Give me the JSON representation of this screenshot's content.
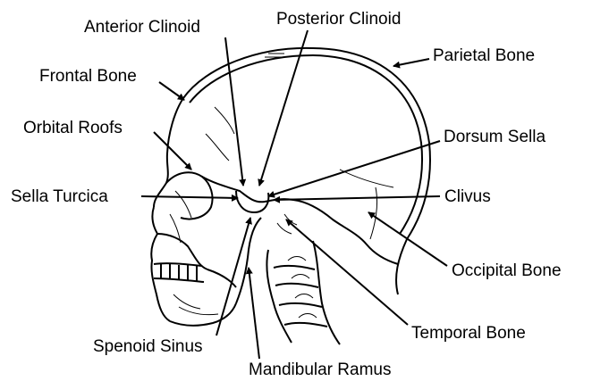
{
  "diagram": {
    "labels": {
      "anterior_clinoid": "Anterior Clinoid",
      "posterior_clinoid": "Posterior Clinoid",
      "parietal_bone": "Parietal Bone",
      "frontal_bone": "Frontal Bone",
      "orbital_roofs": "Orbital Roofs",
      "dorsum_sella": "Dorsum Sella",
      "sella_turcica": "Sella Turcica",
      "clivus": "Clivus",
      "occipital_bone": "Occipital Bone",
      "temporal_bone": "Temporal Bone",
      "spenoid_sinus": "Spenoid Sinus",
      "mandibular_ramus": "Mandibular Ramus"
    },
    "colors": {
      "line": "#000000",
      "background": "#ffffff"
    }
  }
}
